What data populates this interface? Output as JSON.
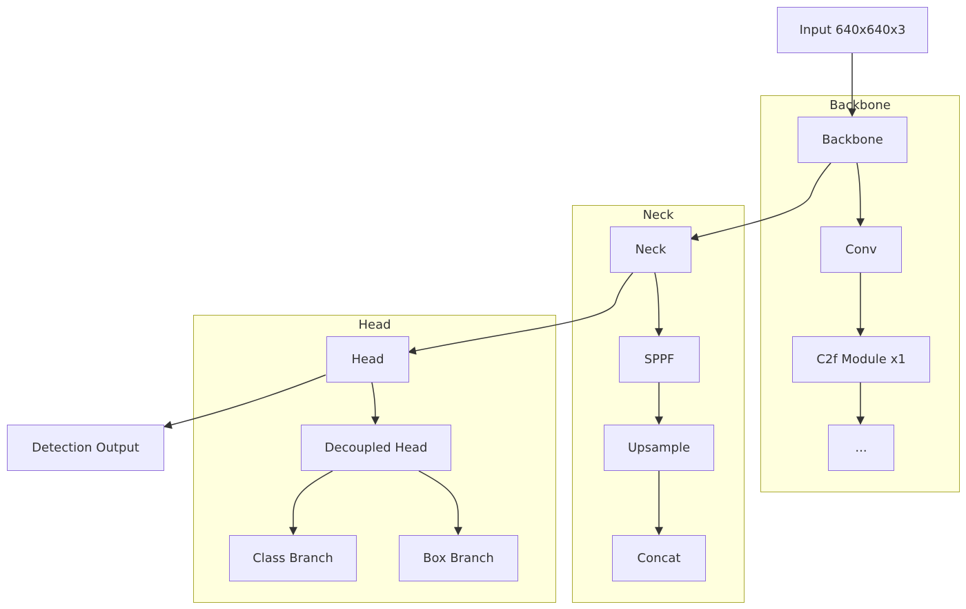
{
  "clusters": {
    "backbone": {
      "title": "Backbone"
    },
    "neck": {
      "title": "Neck"
    },
    "head": {
      "title": "Head"
    }
  },
  "nodes": {
    "input": "Input 640x640x3",
    "backbone": "Backbone",
    "conv": "Conv",
    "c2f": "C2f Module x1",
    "ellipsis": "...",
    "neck": "Neck",
    "sppf": "SPPF",
    "upsample": "Upsample",
    "concat": "Concat",
    "head": "Head",
    "decoupled_head": "Decoupled Head",
    "class_branch": "Class Branch",
    "box_branch": "Box Branch",
    "detection_output": "Detection Output"
  },
  "colors": {
    "node_fill": "#ececff",
    "node_stroke": "#9370db",
    "cluster_fill": "#ffffde",
    "cluster_stroke": "#aaaa33",
    "edge": "#333333",
    "text": "#333333"
  }
}
